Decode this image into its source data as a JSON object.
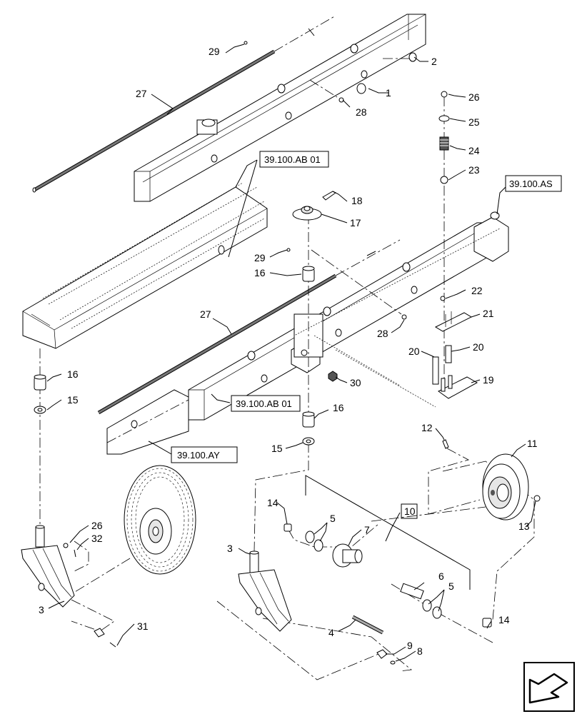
{
  "callouts": {
    "c1": "1",
    "c2": "2",
    "c3a": "3",
    "c3b": "3",
    "c4": "4",
    "c5a": "5",
    "c5b": "5",
    "c6": "6",
    "c7": "7",
    "c8": "8",
    "c9": "9",
    "c10": "10",
    "c11": "11",
    "c12": "12",
    "c13": "13",
    "c14a": "14",
    "c14b": "14",
    "c15a": "15",
    "c15b": "15",
    "c16a": "16",
    "c16b": "16",
    "c16c": "16",
    "c17": "17",
    "c18": "18",
    "c19": "19",
    "c20a": "20",
    "c20b": "20",
    "c21": "21",
    "c22": "22",
    "c23": "23",
    "c24": "24",
    "c25": "25",
    "c26a": "26",
    "c26b": "26",
    "c27a": "27",
    "c27b": "27",
    "c28a": "28",
    "c28b": "28",
    "c29a": "29",
    "c29b": "29",
    "c30": "30",
    "c31": "31",
    "c32": "32"
  },
  "references": {
    "ref_ab01_top": "39.100.AB 01",
    "ref_ab01_mid": "39.100.AB 01",
    "ref_as": "39.100.AS",
    "ref_ay": "39.100.AY"
  },
  "icons": {
    "nav": "arrow-icon"
  }
}
